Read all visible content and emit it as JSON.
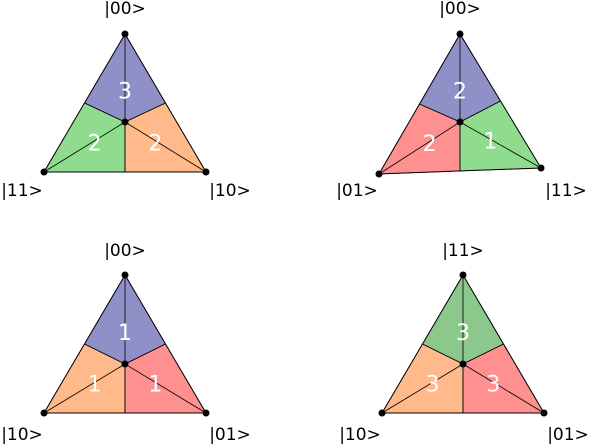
{
  "colors": {
    "blue": "#9090c8",
    "green": "#8fdc8f",
    "orange": "#ffb98a",
    "red": "#ff9090",
    "darkgreen": "#8cc88c",
    "edge": "#000000",
    "number": "#ffffff"
  },
  "panels": [
    {
      "vertices": {
        "top": "|00>",
        "left": "|11>",
        "right": "|10>"
      },
      "regions": {
        "top": {
          "number": "3",
          "color": "blue"
        },
        "left": {
          "number": "2",
          "color": "green"
        },
        "right": {
          "number": "2",
          "color": "orange"
        }
      }
    },
    {
      "vertices": {
        "top": "|00>",
        "left": "|01>",
        "right": "|11>"
      },
      "regions": {
        "top": {
          "number": "2",
          "color": "blue"
        },
        "left": {
          "number": "2",
          "color": "red"
        },
        "right": {
          "number": "1",
          "color": "green"
        }
      }
    },
    {
      "vertices": {
        "top": "|00>",
        "left": "|10>",
        "right": "|01>"
      },
      "regions": {
        "top": {
          "number": "1",
          "color": "blue"
        },
        "left": {
          "number": "1",
          "color": "orange"
        },
        "right": {
          "number": "1",
          "color": "red"
        }
      }
    },
    {
      "vertices": {
        "top": "|11>",
        "left": "|10>",
        "right": "|01>"
      },
      "regions": {
        "top": {
          "number": "3",
          "color": "darkgreen"
        },
        "left": {
          "number": "3",
          "color": "orange"
        },
        "right": {
          "number": "3",
          "color": "red"
        }
      }
    }
  ]
}
